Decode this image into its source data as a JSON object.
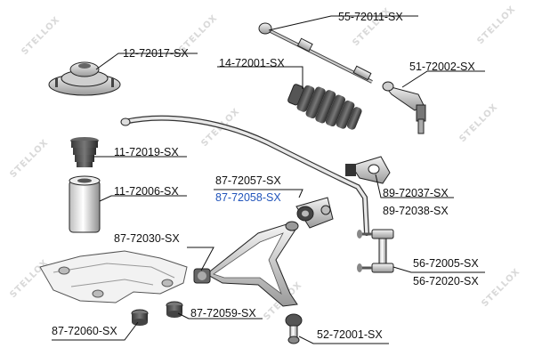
{
  "watermark": {
    "text": "STELLOX"
  },
  "parts": {
    "tie_rod": "55-72011-SX",
    "strut_mount": "12-72017-SX",
    "boot": "14-72001-SX",
    "tie_rod_end": "51-72002-SX",
    "bump_stop": "11-72019-SX",
    "dust_cover": "11-72006-SX",
    "bushing_a": "87-72057-SX",
    "bushing_b": "87-72058-SX",
    "stab_bracket_a": "89-72037-SX",
    "stab_bracket_b": "89-72038-SX",
    "arm_bushing_front": "87-72030-SX",
    "stab_link_a": "56-72005-SX",
    "stab_link_b": "56-72020-SX",
    "arm_bushing_rear": "87-72059-SX",
    "subframe_bushing": "87-72060-SX",
    "ball_joint": "52-72001-SX"
  },
  "highlight_color": "#2255bb"
}
